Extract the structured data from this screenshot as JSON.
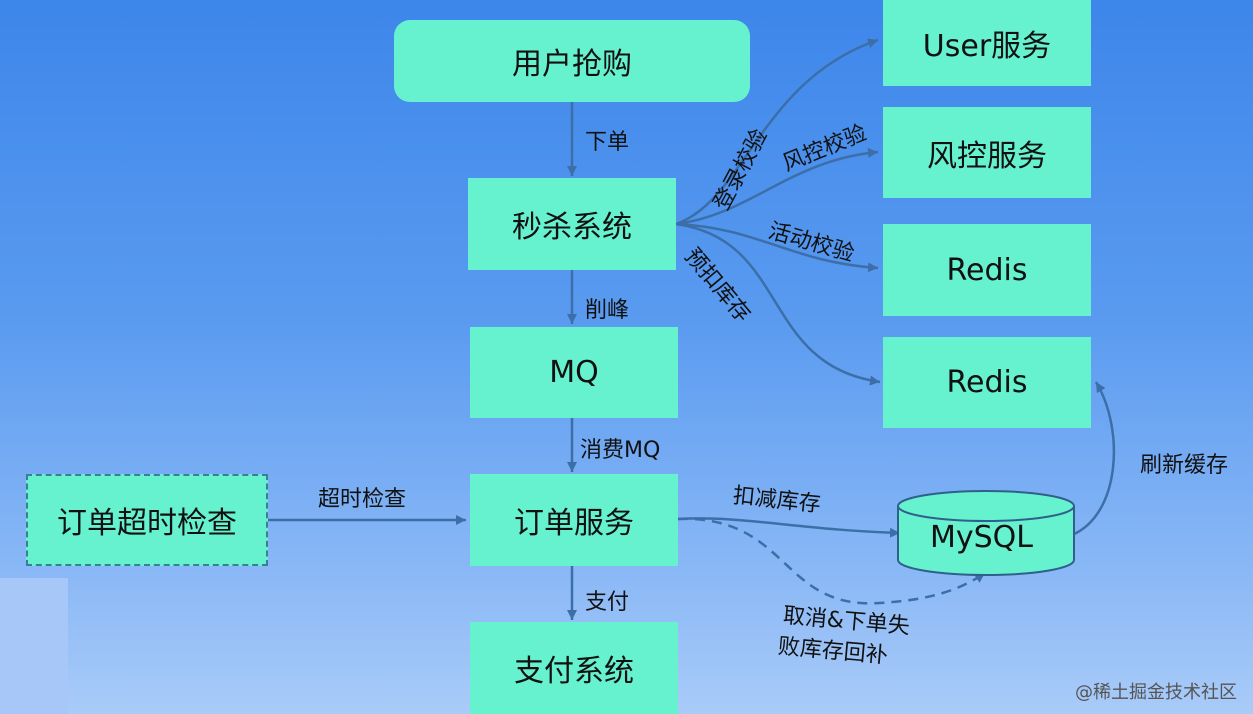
{
  "nodes": {
    "user_purchase": "用户抢购",
    "seckill": "秒杀系统",
    "mq": "MQ",
    "order_service": "订单服务",
    "payment": "支付系统",
    "timeout_check": "订单超时检查",
    "user_service": "User服务",
    "risk_service": "风控服务",
    "redis_1": "Redis",
    "redis_2": "Redis",
    "mysql": "MySQL"
  },
  "edges": {
    "place_order": "下单",
    "peak_shaving": "削峰",
    "consume_mq": "消费MQ",
    "pay": "支付",
    "timeout_check": "超时检查",
    "login_check": "登录校验",
    "risk_check": "风控校验",
    "activity_check": "活动校验",
    "pre_deduct": "预扣库存",
    "deduct_stock": "扣减库存",
    "refresh_cache": "刷新缓存",
    "cancel_line1": "取消&下单失",
    "cancel_line2": "败库存回补"
  },
  "watermark": "@稀土掘金技术社区",
  "colors": {
    "node_fill": "#66f2cf",
    "arrow": "#3c6ea8",
    "dashed_border": "#3a7f95"
  }
}
